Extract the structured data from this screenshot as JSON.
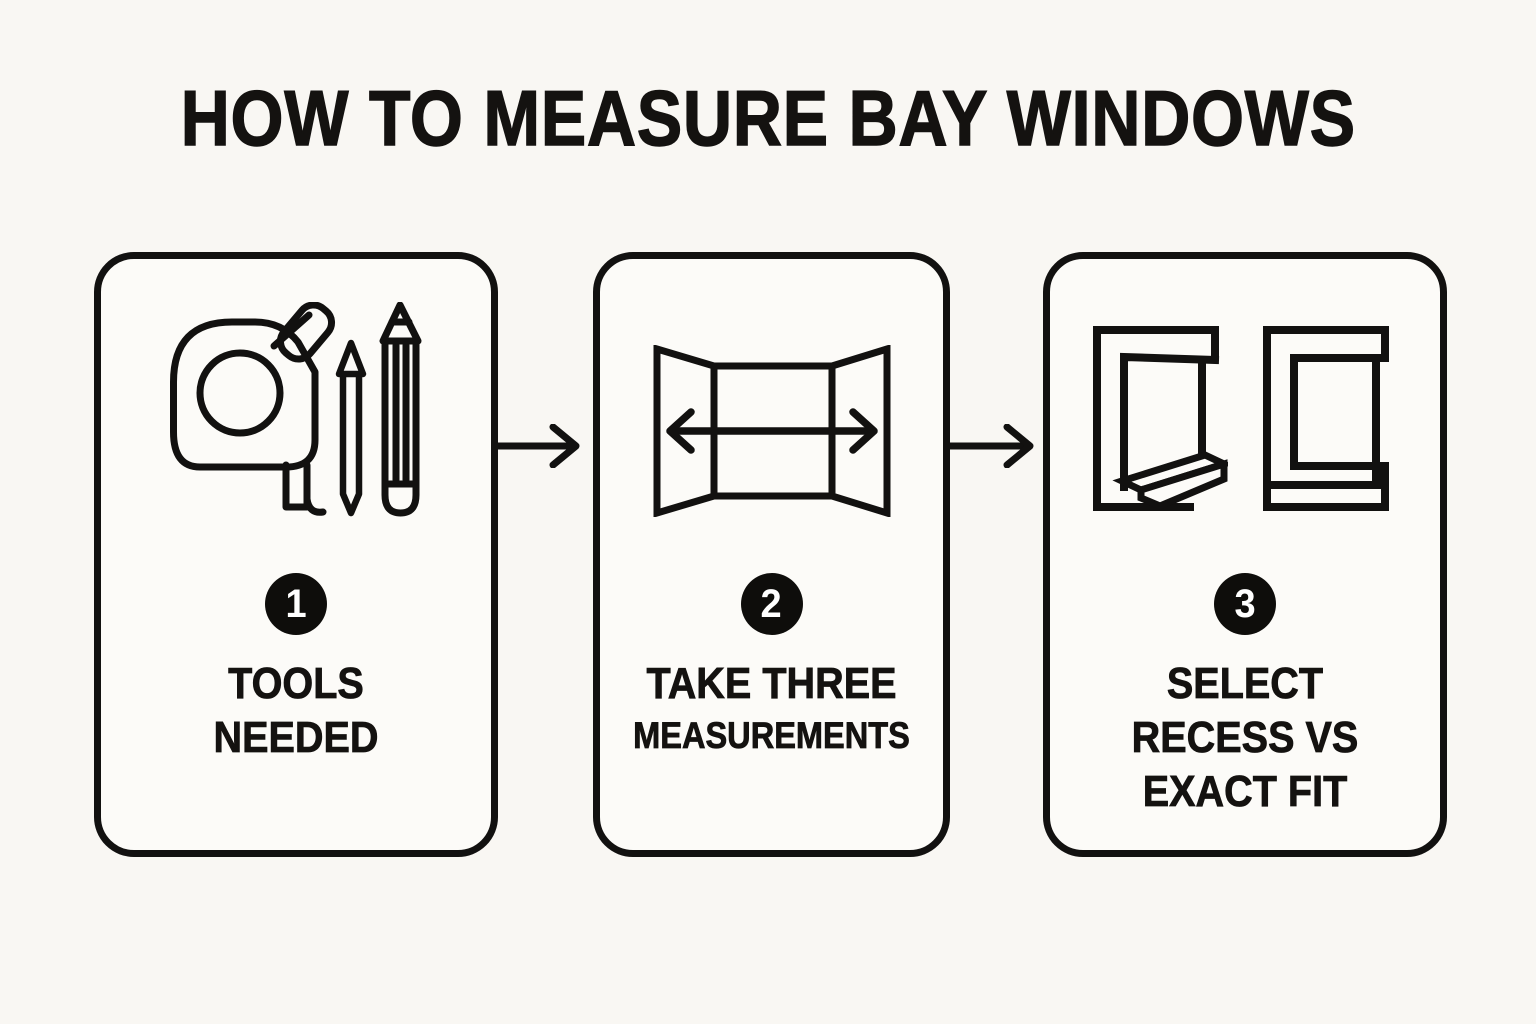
{
  "title": "HOW TO MEASURE BAY WINDOWS",
  "colors": {
    "ink": "#121110",
    "background": "#f9f7f3",
    "card_background": "#fcfbf8",
    "badge_background": "#0e0d0b",
    "badge_number_color": "#ffffff"
  },
  "steps": [
    {
      "number": "1",
      "icon": "measuring-tools-icon",
      "label_lines": [
        "TOOLS",
        "NEEDED"
      ]
    },
    {
      "number": "2",
      "icon": "bay-window-width-arrow-icon",
      "label_lines": [
        "TAKE THREE",
        "MEASUREMENTS"
      ]
    },
    {
      "number": "3",
      "icon": "recess-vs-exact-fit-icon",
      "label_lines": [
        "SELECT",
        "RECESS VS",
        "EXACT FIT"
      ]
    }
  ],
  "connectors": [
    {
      "icon": "arrow-right-icon"
    },
    {
      "icon": "arrow-right-icon"
    }
  ]
}
